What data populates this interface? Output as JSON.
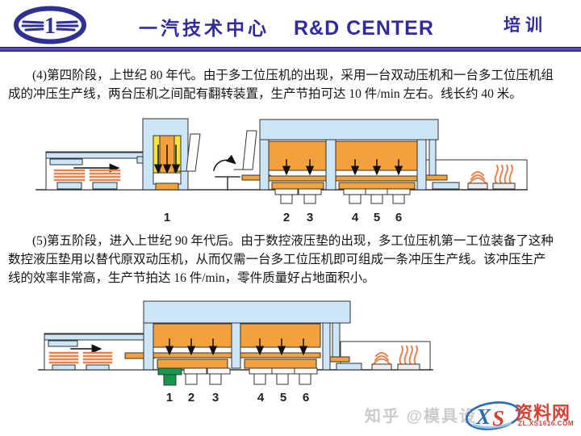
{
  "header": {
    "title_cn": "一汽技术中心",
    "title_en": "R&D CENTER",
    "badge": "培训"
  },
  "paragraphs": {
    "stage4": {
      "lines": [
        "(4)第四阶段，上世纪 80 年代。由于多工位压机的出现，采用一台双动压机和一台多工位压机组",
        "成的冲压生产线，两台压机之间配有翻转装置，生产节拍可达 10 件/min 左右。线长约 40 米。"
      ]
    },
    "stage5": {
      "lines": [
        "(5)第五阶段，进入上世纪 90 年代后。由于数控液压垫的出现，多工位压机第一工位装备了这种",
        "数控液压垫用以替代原双动压机，从而仅需一台多工位压机即可组成一条冲压生产线。该冲压生产",
        "线的效率非常高，生产节拍达 16 件/min，零件质量好占地面积小。"
      ]
    }
  },
  "diagram1": {
    "stations": [
      "1",
      "2",
      "3",
      "4",
      "5",
      "6"
    ]
  },
  "diagram2": {
    "stations": [
      "1",
      "2",
      "3",
      "4",
      "5",
      "6"
    ]
  },
  "watermark": {
    "text": "知乎 @模具设",
    "logo_x": "X",
    "logo_s": "S",
    "site_name": "资料网",
    "site_url": "ZL.XS1616.COM"
  },
  "colors": {
    "header_blue": "#312a9e",
    "light_blue": "#cde6f7",
    "orange": "#f2a13c",
    "yellow": "#fae13e",
    "green": "#15984e",
    "blank_orange": "#e8834e",
    "logo_blue": "#2e3192",
    "watermark_red": "#d8402f",
    "watermark_blue": "#2b6cb8"
  }
}
